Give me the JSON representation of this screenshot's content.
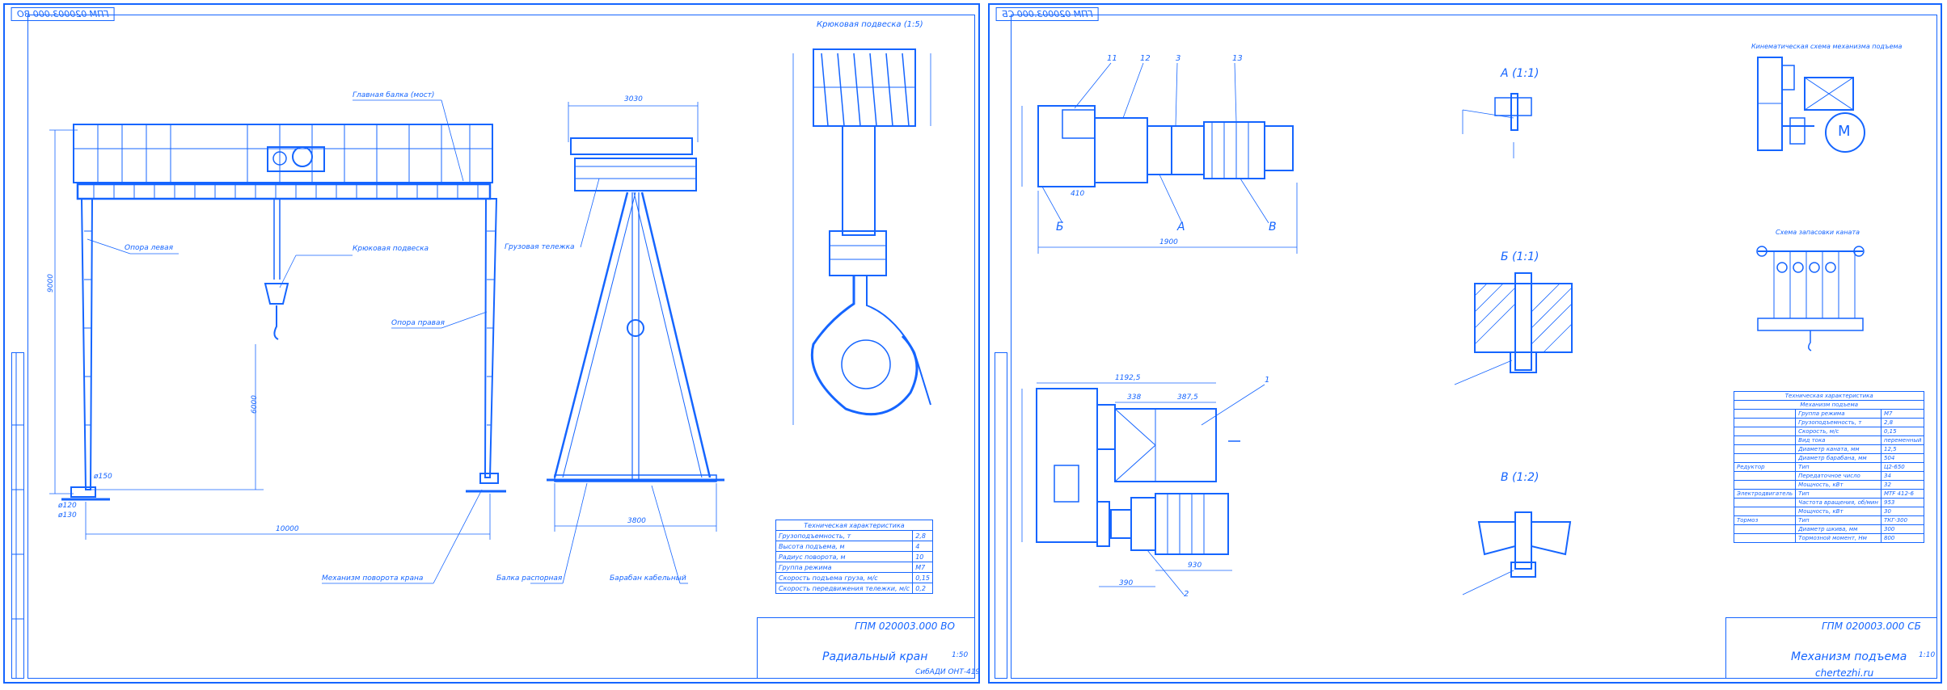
{
  "left_sheet": {
    "stamp_code": "ГПМ 020003.000 ВО",
    "labels": {
      "main_beam": "Главная балка (мост)",
      "hook_block": "Крюковая подвеска",
      "left_leg": "Опора левая",
      "right_leg": "Опора правая",
      "trolley": "Грузовая тележка",
      "slew_mech": "Механизм поворота крана",
      "spreader": "Балка распорная",
      "cable_drum": "Барабан кабельный",
      "hook_view_title": "Крюковая подвеска (1:5)"
    },
    "dims": {
      "height": "9000",
      "span": "10000",
      "hook_height": "6000",
      "width_top": "3030",
      "base_width": "3800",
      "wheel": "ø150",
      "anchor_a": "ø120",
      "anchor_b": "ø130"
    },
    "spec_table": {
      "title": "Техническая характеристика",
      "rows": [
        [
          "Грузоподъемность, т",
          "2,8"
        ],
        [
          "Высота подъема, м",
          "4"
        ],
        [
          "Радиус поворота, м",
          "10"
        ],
        [
          "Группа режима",
          "М7"
        ],
        [
          "Скорость подъема груза, м/с",
          "0,15"
        ],
        [
          "Скорость передвижения тележки, м/с",
          "0,2"
        ]
      ]
    },
    "title_block": {
      "code": "ГПМ 020003.000 ВО",
      "name": "Радиальный кран",
      "scale": "1:50",
      "org": "СибАДИ ОНТ-419"
    }
  },
  "right_sheet": {
    "stamp_code": "ГПМ 020003.000 СБ",
    "views": {
      "a": "А (1:1)",
      "b": "Б (1:1)",
      "v": "В (1:2)",
      "kinematic": "Кинематическая схема механизма подъема",
      "rope": "Схема запасовки каната"
    },
    "callouts": [
      "11",
      "12",
      "3",
      "13",
      "1",
      "2",
      "A",
      "Б",
      "B"
    ],
    "dims": {
      "length": "1900",
      "total": "1192,5",
      "a": "338",
      "b": "387,5",
      "c": "930",
      "d": "390",
      "e": "410"
    },
    "motor_letter": "M",
    "spec_table": {
      "title": "Техническая характеристика",
      "subtitle": "Механизм подъема",
      "rows": [
        [
          "",
          "Группа режима",
          "М7"
        ],
        [
          "",
          "Грузоподъемность, т",
          "2,8"
        ],
        [
          "",
          "Скорость, м/с",
          "0,15"
        ],
        [
          "",
          "Вид тока",
          "переменный"
        ],
        [
          "",
          "Диаметр каната, мм",
          "12,5"
        ],
        [
          "",
          "Диаметр барабана, мм",
          "504"
        ],
        [
          "Редуктор",
          "Тип",
          "Ц2-650"
        ],
        [
          "",
          "Передаточное число",
          "34"
        ],
        [
          "",
          "Мощность, кВт",
          "32"
        ],
        [
          "Электродвигатель",
          "Тип",
          "MTF 412-6"
        ],
        [
          "",
          "Частота вращения, об/мин",
          "953"
        ],
        [
          "",
          "Мощность, кВт",
          "30"
        ],
        [
          "Тормоз",
          "Тип",
          "ТКГ-300"
        ],
        [
          "",
          "Диаметр шкива, мм",
          "300"
        ],
        [
          "",
          "Тормозной момент, Нм",
          "800"
        ]
      ]
    },
    "title_block": {
      "code": "ГПМ 020003.000 СБ",
      "name": "Механизм подъема",
      "scale": "1:10",
      "watermark": "chertezhi.ru"
    }
  },
  "colors": {
    "line": "#1565ff",
    "dim": "#1565ff",
    "background": "#ffffff",
    "hatch": "#1565ff"
  }
}
